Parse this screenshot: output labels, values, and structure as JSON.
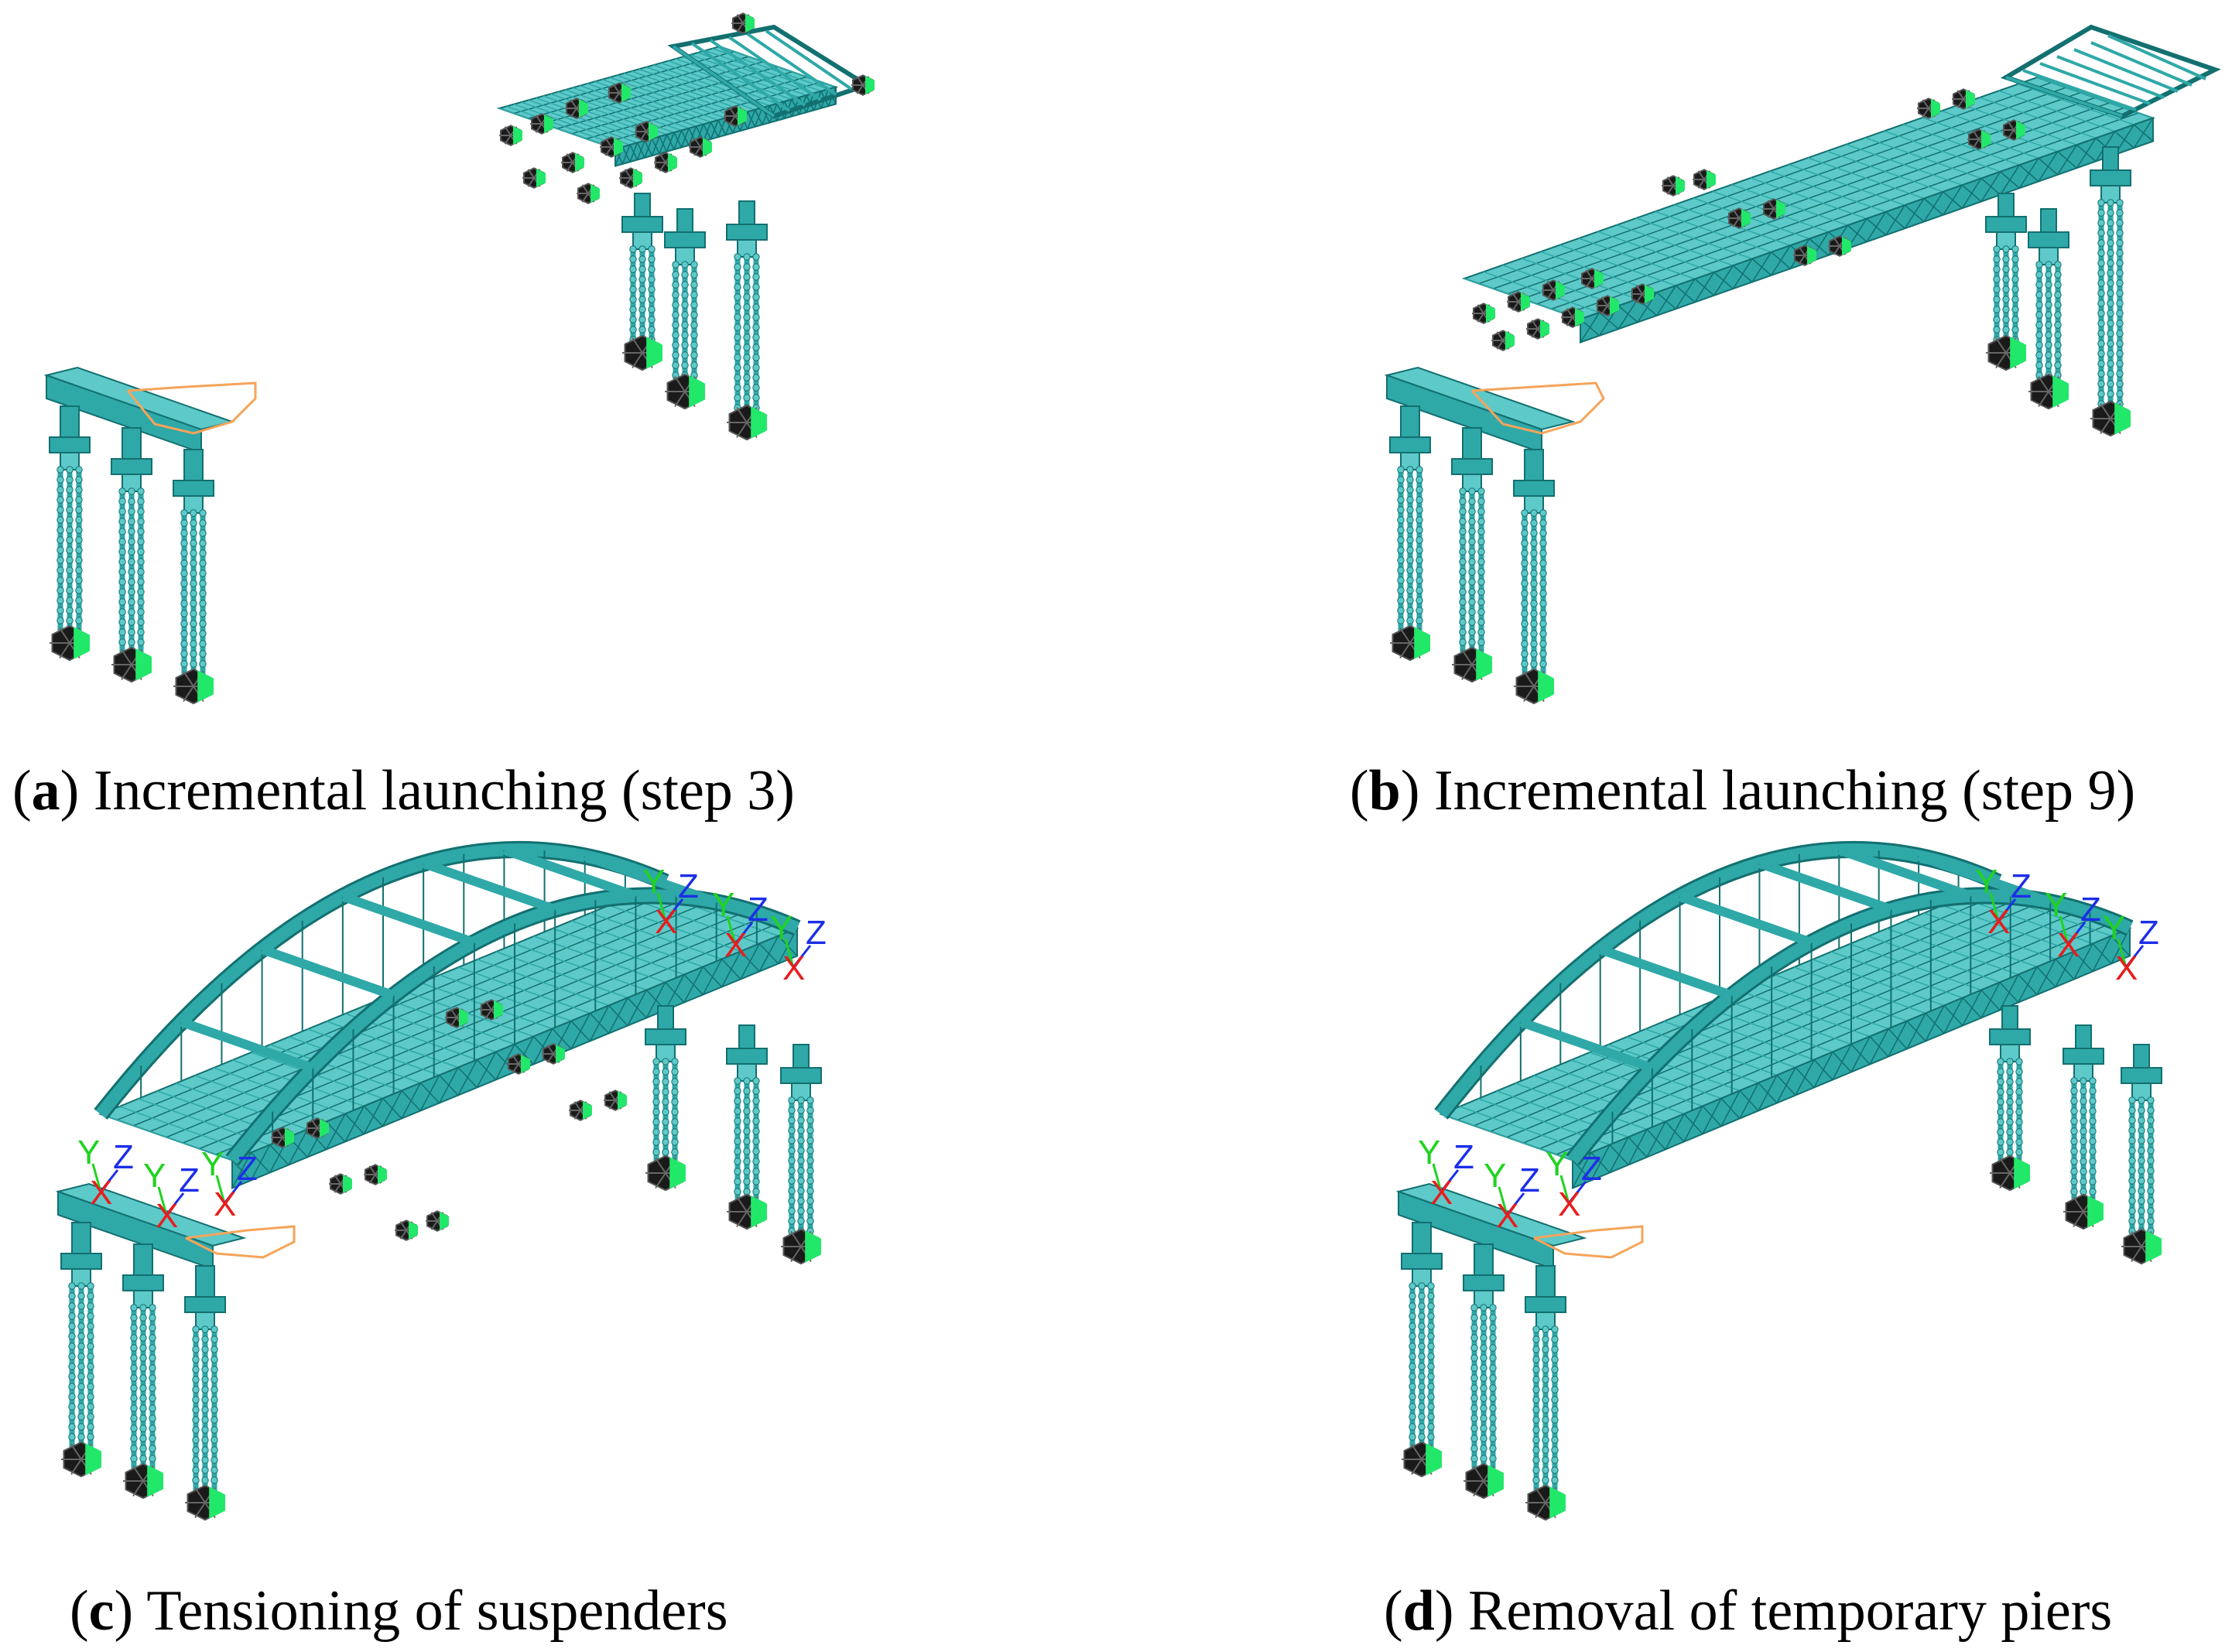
{
  "captions": {
    "a": {
      "letter": "a",
      "text": " Incremental launching (step 3)"
    },
    "b": {
      "letter": "b",
      "text": " Incremental launching (step 9)"
    },
    "c": {
      "letter": "c",
      "text": " Tensioning of suspenders"
    },
    "d": {
      "letter": "d",
      "text": " Removal of temporary piers"
    }
  },
  "axis_labels": {
    "x": "X",
    "y": "Y",
    "z": "Z"
  },
  "colors": {
    "steel": "#2fa8a8",
    "steel_light": "#5ec9c9",
    "steel_dark": "#137070",
    "support_green": "#22e86a",
    "support_black": "#1a1a1a",
    "nose": "#f5a45a",
    "axis_x": "#e81c1c",
    "axis_y": "#1fd31f",
    "axis_z": "#1c2ee8"
  },
  "icons": {
    "support": "hexagon-support-icon",
    "pile": "pile-column-icon"
  }
}
